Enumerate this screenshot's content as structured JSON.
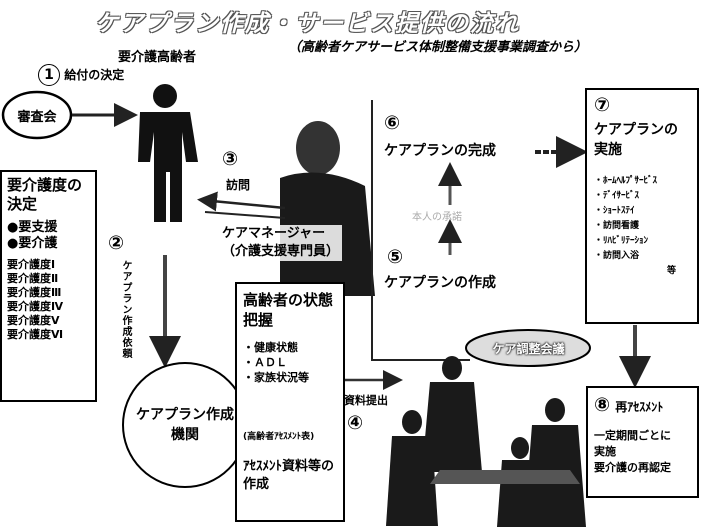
{
  "title": "ケアプラン作成・サービス提供の流れ",
  "subtitle": "（高齢者ケアサービス体制整備支援事業調査から）",
  "elderly_label": "要介護高齢者",
  "step1": {
    "num": "1",
    "label": "給付の決定"
  },
  "council": "審査会",
  "decision_box": {
    "title": "要介護度の決定",
    "categories": [
      "●要支援",
      "●要介護"
    ],
    "levels": [
      "要介護度Ⅰ",
      "要介護度Ⅱ",
      "要介護度Ⅲ",
      "要介護度Ⅳ",
      "要介護度Ⅴ",
      "要介護度Ⅵ"
    ]
  },
  "step2": {
    "num": "②",
    "label": "ケアプラン作成依頼"
  },
  "step3": {
    "num": "③",
    "label": "訪問"
  },
  "care_manager": "ケアマネージャー（介護支援専門員）",
  "careplan_org": "ケアプラン作成機関",
  "assessment_box": {
    "title": "高齢者の状態把握",
    "items": [
      "・健康状態",
      "・ＡＤＬ",
      "・家族状況等"
    ],
    "note": "(高齢者ｱｾｽﾒﾝﾄ表)",
    "footer": "ｱｾｽﾒﾝﾄ資料等の作成"
  },
  "step4": {
    "num": "④",
    "label": "資料提出"
  },
  "step5": {
    "num": "⑤",
    "label": "ケアプランの作成"
  },
  "step6": {
    "num": "⑥",
    "label": "ケアプランの完成"
  },
  "mid_label": "本人の承諾",
  "conference": "ケア調整会議",
  "step7": {
    "num": "⑦",
    "title": "ケアプランの実施",
    "services": [
      "・ﾎｰﾑﾍﾙﾌﾟｻｰﾋﾞｽ",
      "・ﾃﾞｲｻｰﾋﾞｽ",
      "・ｼｮｰﾄｽﾃｲ",
      "・訪問看護",
      "・ﾘﾊﾋﾞﾘﾃｰｼｮﾝ",
      "・訪問入浴"
    ],
    "etc": "等"
  },
  "step8": {
    "num": "⑧",
    "title": "再ｱｾｽﾒﾝﾄ",
    "body": [
      "一定期間ごとに",
      "実施",
      "要介護の再認定"
    ]
  }
}
